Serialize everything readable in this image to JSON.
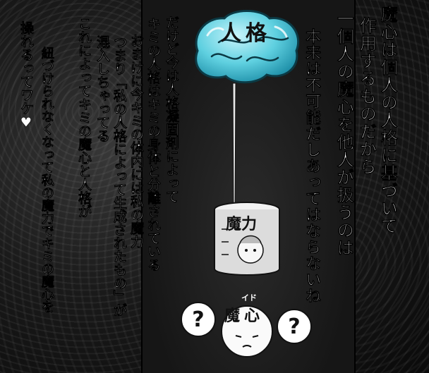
{
  "panel": {
    "labels": {
      "personality": "人格",
      "magic_power": "魔力",
      "id_heart": "魔心",
      "id_ruby": "イド",
      "question": "?"
    },
    "right_caption": {
      "col1": "魔心は個人の人格に基づいて",
      "col2": "作用するものだから",
      "col3": "一個人の魔心を他人が扱うのは",
      "col4": "本来は不可能だしあってはならないね"
    },
    "left_caption": {
      "col1": "だけど今は人格凝固剤によって",
      "col2": "キミの人格はキミの身体と分離されている",
      "col3": "おまけに今キミの体内には私の魔力",
      "col4": "つまり「私の人格によって生成されたもの」が",
      "col5": "混入しちゃってる",
      "col6": "これによってキミの魔心と人格が",
      "col7": "紐づけられなくなって私の魔力でキミの魔心を",
      "col8": "操れるってワケ♥"
    },
    "colors": {
      "brain": "#5fd0e0",
      "brain_dark": "#1e8fa8",
      "background": "#1a1a1a"
    }
  }
}
